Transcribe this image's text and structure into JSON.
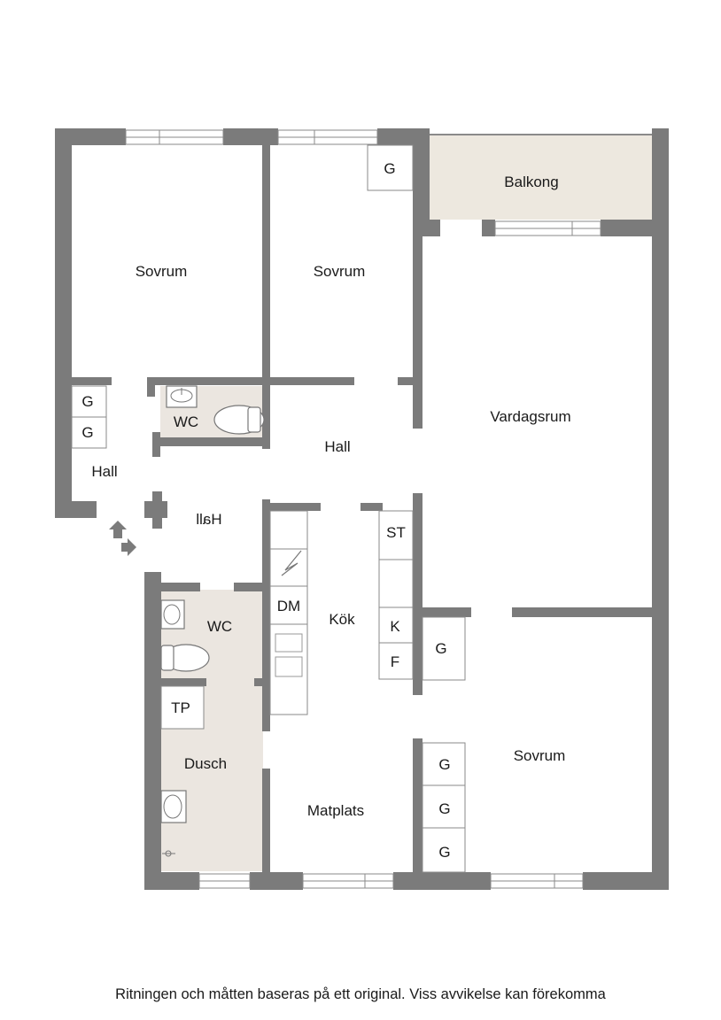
{
  "rooms": {
    "sovrum_1": "Sovrum",
    "sovrum_2": "Sovrum",
    "sovrum_3": "Sovrum",
    "balkong": "Balkong",
    "vardagsrum": "Vardagsrum",
    "hall_1": "Hall",
    "hall_2": "Hall",
    "hall_3": "Hall",
    "wc_1": "WC",
    "wc_2": "WC",
    "kok": "Kök",
    "dusch": "Dusch",
    "matplats": "Matplats"
  },
  "fixtures": {
    "g_top": "G",
    "g_hall_1": "G",
    "g_hall_2": "G",
    "st": "ST",
    "dm": "DM",
    "k": "K",
    "f": "F",
    "g_living": "G",
    "tp": "TP",
    "g_bed_1": "G",
    "g_bed_2": "G",
    "g_bed_3": "G"
  },
  "footer": {
    "disclaimer": "Ritningen och måtten baseras på ett original. Viss avvikelse kan förekomma"
  },
  "colors": {
    "wall": "#7b7b7b",
    "wet_room": "#ebe6e0",
    "balcony": "#ede8df",
    "background": "#ffffff"
  }
}
